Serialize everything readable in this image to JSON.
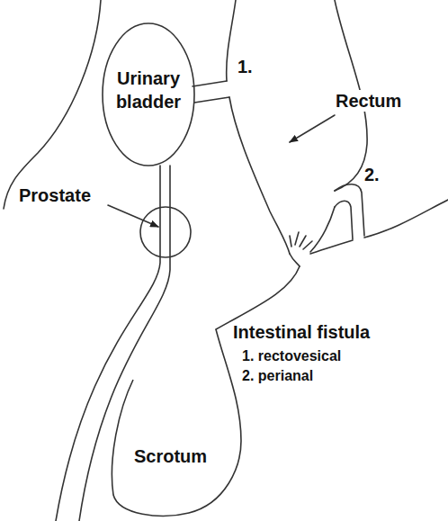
{
  "diagram": {
    "nodes": [
      {
        "text": [
          "Urinary bladder"
        ]
      },
      {
        "text": [
          "Scrotum"
        ]
      }
    ],
    "labels": [
      "1.",
      "Rectum",
      "Prostate",
      "2.",
      "Intestinal fistula",
      "1. rectovesical",
      "2. perianal"
    ]
  }
}
